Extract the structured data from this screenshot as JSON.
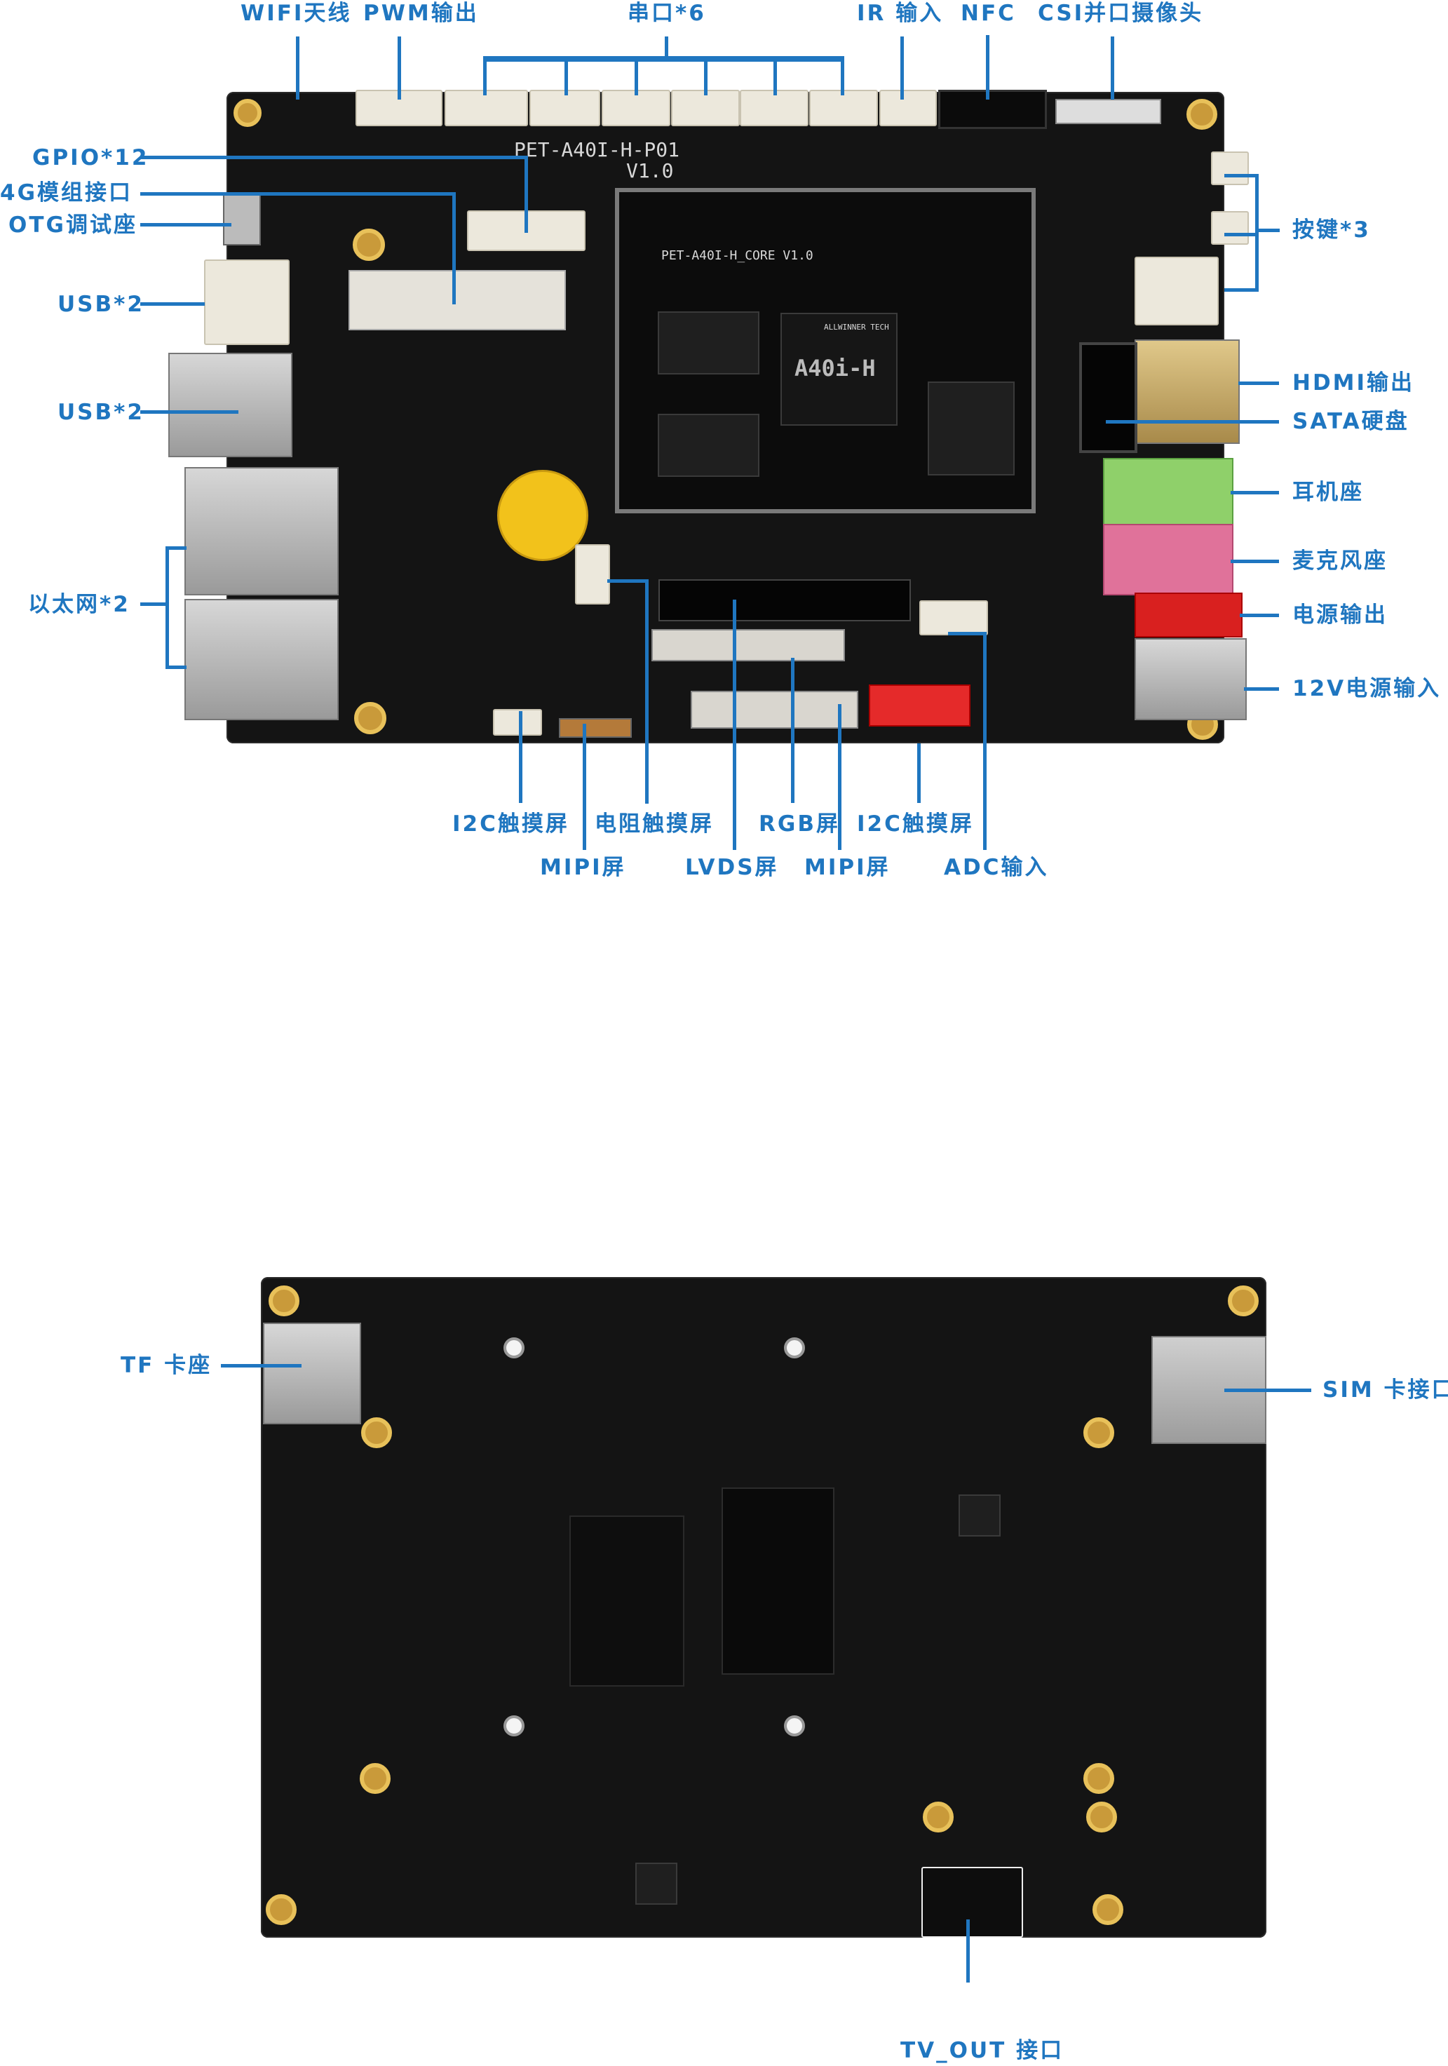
{
  "top_labels": {
    "wifi": "WIFI天线",
    "pwm": "PWM输出",
    "uart": "串口*6",
    "ir": "IR 输入",
    "nfc": "NFC",
    "csi": "CSI并口摄像头"
  },
  "left_labels": {
    "gpio": "GPIO*12",
    "lte": "4G模组接口",
    "otg": "OTG调试座",
    "usb1": "USB*2",
    "usb2": "USB*2",
    "ethernet": "以太网*2"
  },
  "right_labels": {
    "keys": "按键*3",
    "hdmi": "HDMI输出",
    "sata": "SATA硬盘",
    "headphone": "耳机座",
    "mic": "麦克风座",
    "power_out": "电源输出",
    "power_in": "12V电源输入"
  },
  "bottom_labels": {
    "i2c_touch_1": "I2C触摸屏",
    "resistive_touch": "电阻触摸屏",
    "rgb": "RGB屏",
    "i2c_touch_2": "I2C触摸屏",
    "mipi_1": "MIPI屏",
    "lvds": "LVDS屏",
    "mipi_2": "MIPI屏",
    "adc": "ADC输入"
  },
  "back_labels": {
    "tf": "TF 卡座",
    "sim": "SIM 卡接口",
    "tv_out": "TV_OUT 接口"
  },
  "silkscreen": {
    "board_name": "PET-A40I-H-P01",
    "board_version": "V1.0",
    "core_name": "PET-A40I-H_CORE V1.0",
    "soc": "A40i-H",
    "soc_vendor": "ALLWINNER TECH"
  },
  "colors": {
    "label": "#1f76c0",
    "pcb": "#141414",
    "gold": "#e8c15a"
  }
}
